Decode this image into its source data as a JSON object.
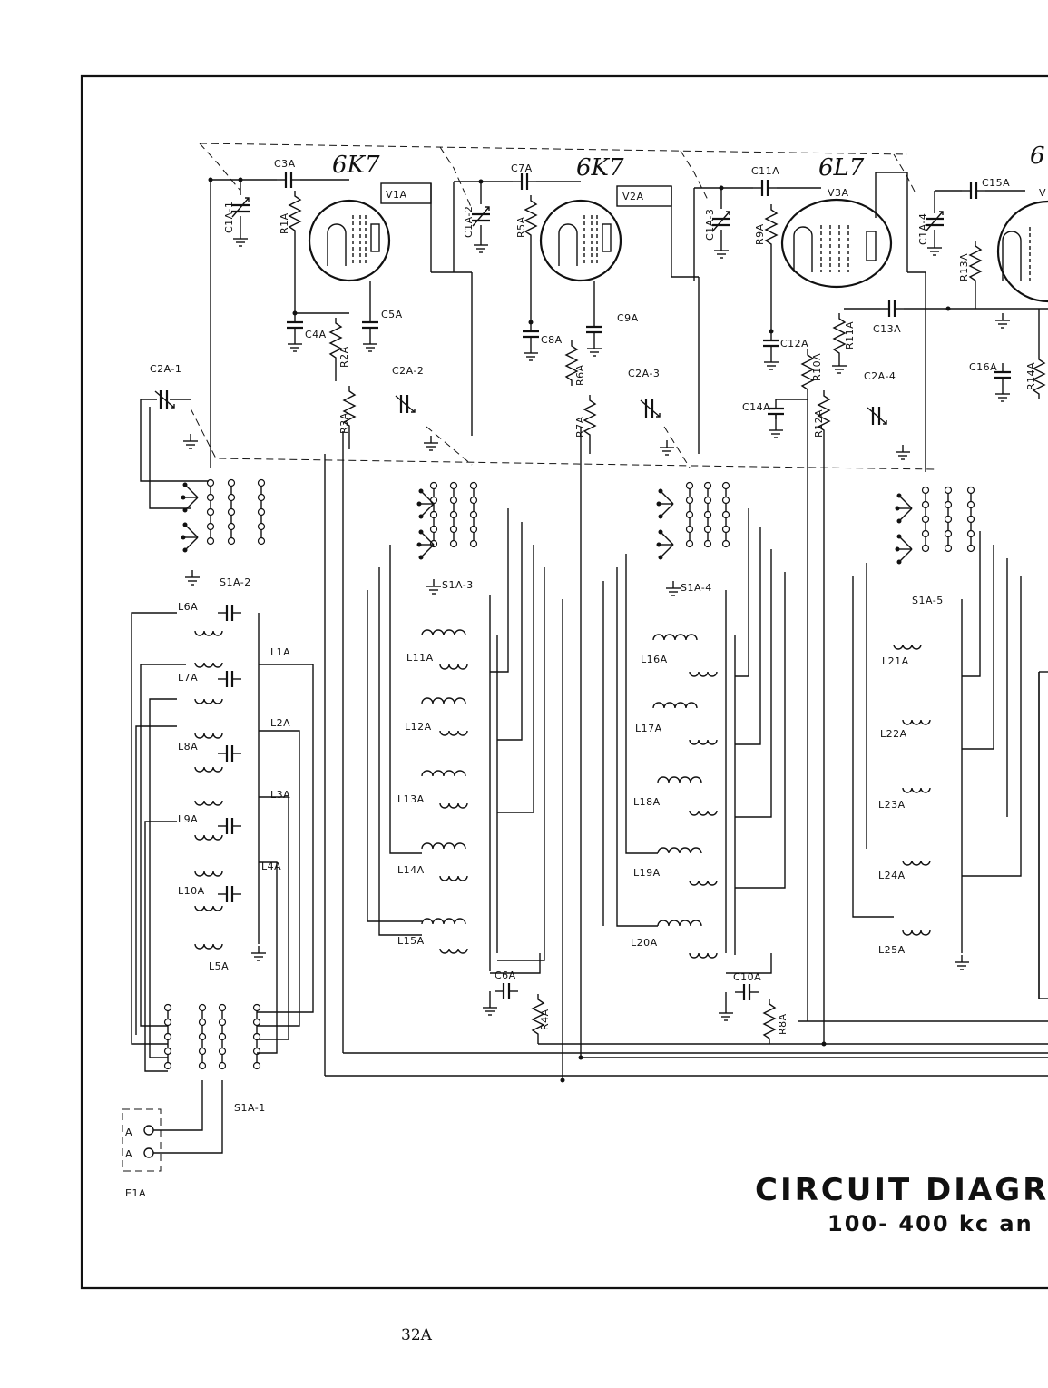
{
  "title_line1": "CIRCUIT DIAGRA",
  "title_line2": "100- 400 kc an",
  "page_number": "32A",
  "tubes": [
    {
      "label": "V1A",
      "type": "6K7"
    },
    {
      "label": "V2A",
      "type": "6K7"
    },
    {
      "label": "V3A",
      "type": "6L7"
    },
    {
      "label": "",
      "type": "6"
    }
  ],
  "tube_partial_label": "V",
  "capacitors": {
    "C3A": "C3A",
    "C7A": "C7A",
    "C11A": "C11A",
    "C15A": "C15A",
    "C1A1": "C1A-1",
    "C1A2": "C1A-2",
    "C1A3": "C1A-3",
    "C1A4": "C1A-4",
    "C4A": "C4A",
    "C5A": "C5A",
    "C8A": "C8A",
    "C9A": "C9A",
    "C12A": "C12A",
    "C13A": "C13A",
    "C14A": "C14A",
    "C16A": "C16A",
    "C2A1": "C2A-1",
    "C2A2": "C2A-2",
    "C2A3": "C2A-3",
    "C2A4": "C2A-4",
    "C6A": "C6A",
    "C10A": "C10A"
  },
  "resistors": {
    "R1A": "R1A",
    "R2A": "R2A",
    "R3A": "R3A",
    "R4A": "R4A",
    "R5A": "R5A",
    "R6A": "R6A",
    "R7A": "R7A",
    "R8A": "R8A",
    "R9A": "R9A",
    "R10A": "R10A",
    "R11A": "R11A",
    "R12A": "R12A",
    "R13A": "R13A",
    "R14A": "R14A"
  },
  "switches": {
    "S1A1": "S1A-1",
    "S1A2": "S1A-2",
    "S1A3": "S1A-3",
    "S1A4": "S1A-4",
    "S1A5": "S1A-5"
  },
  "inductors": {
    "col1": [
      "L6A",
      "L1A",
      "L7A",
      "L2A",
      "L8A",
      "L3A",
      "L9A",
      "L4A",
      "L10A",
      "L5A"
    ],
    "col2": [
      "L11A",
      "L12A",
      "L13A",
      "L14A",
      "L15A"
    ],
    "col3": [
      "L16A",
      "L17A",
      "L18A",
      "L19A",
      "L20A"
    ],
    "col4": [
      "L21A",
      "L22A",
      "L23A",
      "L24A",
      "L25A"
    ]
  },
  "antenna": {
    "label": "E1A",
    "terminal": "A"
  }
}
